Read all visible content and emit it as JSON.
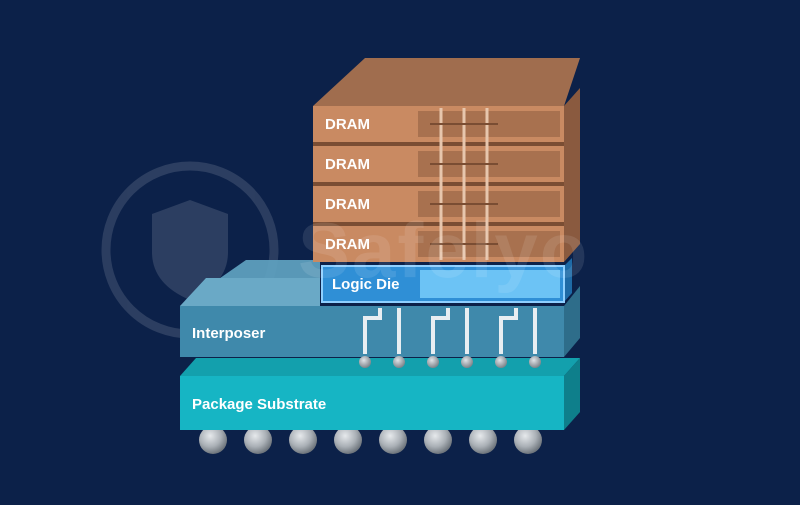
{
  "diagram": {
    "layers": {
      "dram": [
        "DRAM",
        "DRAM",
        "DRAM",
        "DRAM"
      ],
      "logic_die": "Logic Die",
      "interposer": "Interposer",
      "substrate": "Package Substrate"
    },
    "colors": {
      "background": "#0c2149",
      "dram_front": "#c98a62",
      "dram_top": "#a36f4f",
      "logic_die": "#2f8fd6",
      "interposer": "#3d86a6",
      "substrate": "#15b3c2",
      "solder_ball": "#b9bec4"
    }
  },
  "watermark": {
    "text": "Safelyo"
  }
}
